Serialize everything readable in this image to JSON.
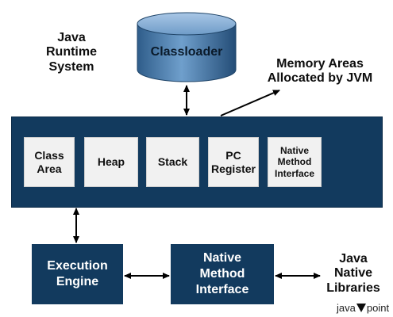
{
  "runtime_label": "Java\nRuntime\nSystem",
  "classloader_label": "Classloader",
  "memory_areas_label": "Memory Areas\nAllocated by JVM",
  "memory_boxes": [
    {
      "label": "Class\nArea"
    },
    {
      "label": "Heap"
    },
    {
      "label": "Stack"
    },
    {
      "label": "PC\nRegister"
    },
    {
      "label": "Native\nMethod\nInterface"
    }
  ],
  "execution_engine_label": "Execution\nEngine",
  "native_interface_label": "Native\nMethod\nInterface",
  "native_libraries_label": "Java\nNative\nLibraries",
  "logo": {
    "left": "java",
    "right": "point"
  },
  "colors": {
    "box_fill": "#123a5e",
    "cylinder": "#4a7db0"
  }
}
